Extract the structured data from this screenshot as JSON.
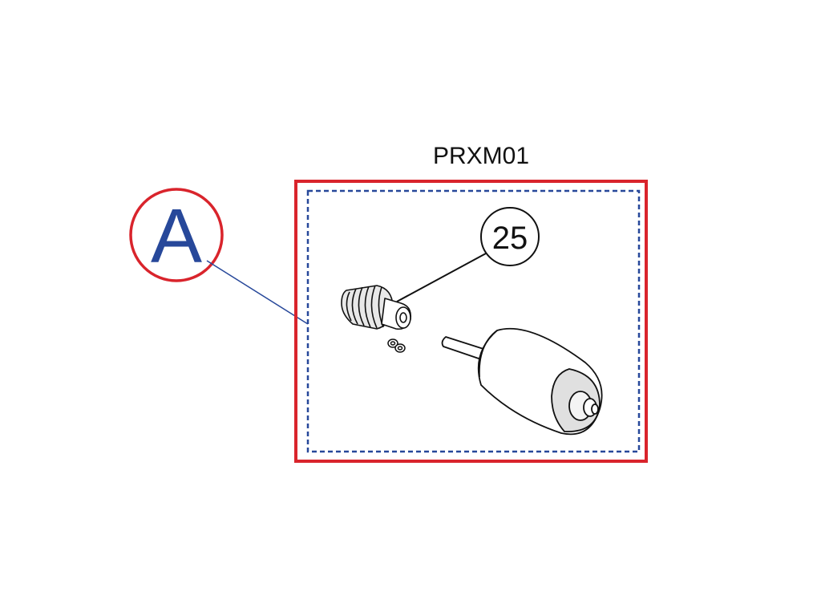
{
  "diagram": {
    "kit_code": "PRXM01",
    "callout": {
      "letter": "A"
    },
    "part_label": {
      "number": "25"
    },
    "colors": {
      "callout_ring": "#d9242c",
      "callout_letter": "#27489a",
      "kit_frame": "#d9242c",
      "kit_inner_dashed": "#27489a",
      "leader_line": "#27489a",
      "line_art": "#111111"
    },
    "parts": [
      {
        "name": "worm-gear",
        "icon": "worm-gear-icon"
      },
      {
        "name": "set-screws",
        "icon": "set-screw-icon"
      },
      {
        "name": "motor",
        "icon": "motor-icon"
      }
    ]
  }
}
